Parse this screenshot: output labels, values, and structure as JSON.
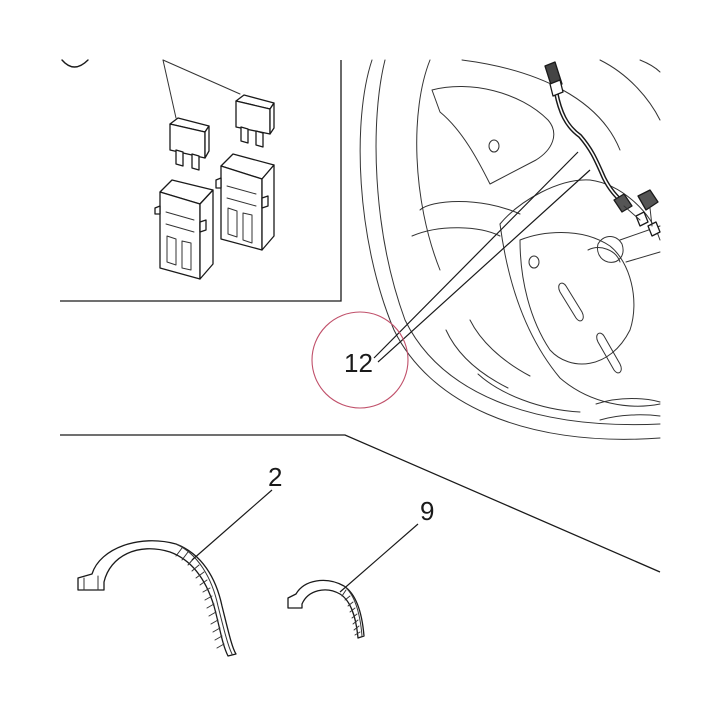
{
  "callouts": {
    "c12": "12",
    "c2": "2",
    "c9": "9"
  },
  "colors": {
    "line": "#1a1a1a",
    "highlight_circle": "#c0506a",
    "background": "#ffffff"
  },
  "icons": {
    "fuse": "fuse-icon",
    "fuse_holder": "fuse-holder-icon",
    "steering_wheel": "steering-wheel-icon",
    "wiring_harness": "wiring-harness-icon",
    "cover_clip_large": "cover-clip-icon",
    "cover_clip_small": "cover-clip-icon"
  }
}
